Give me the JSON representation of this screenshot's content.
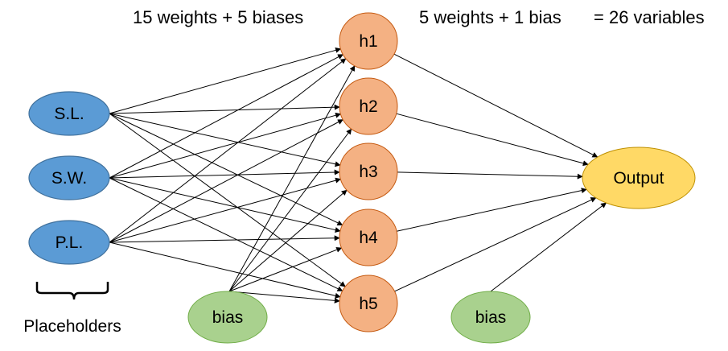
{
  "header": {
    "hidden_layer_params": "15 weights + 5 biases",
    "output_layer_params": "5 weights + 1 bias",
    "total_params": "= 26 variables"
  },
  "input_layer": {
    "nodes": [
      "S.L.",
      "S.W.",
      "P.L."
    ],
    "group_label": "Placeholders",
    "color": "#5b9bd5"
  },
  "hidden_layer": {
    "nodes": [
      "h1",
      "h2",
      "h3",
      "h4",
      "h5"
    ],
    "color": "#f4b183"
  },
  "output_layer": {
    "node": "Output",
    "color": "#ffd966"
  },
  "bias_nodes": {
    "hidden_bias": "bias",
    "output_bias": "bias",
    "color": "#a9d18e"
  }
}
